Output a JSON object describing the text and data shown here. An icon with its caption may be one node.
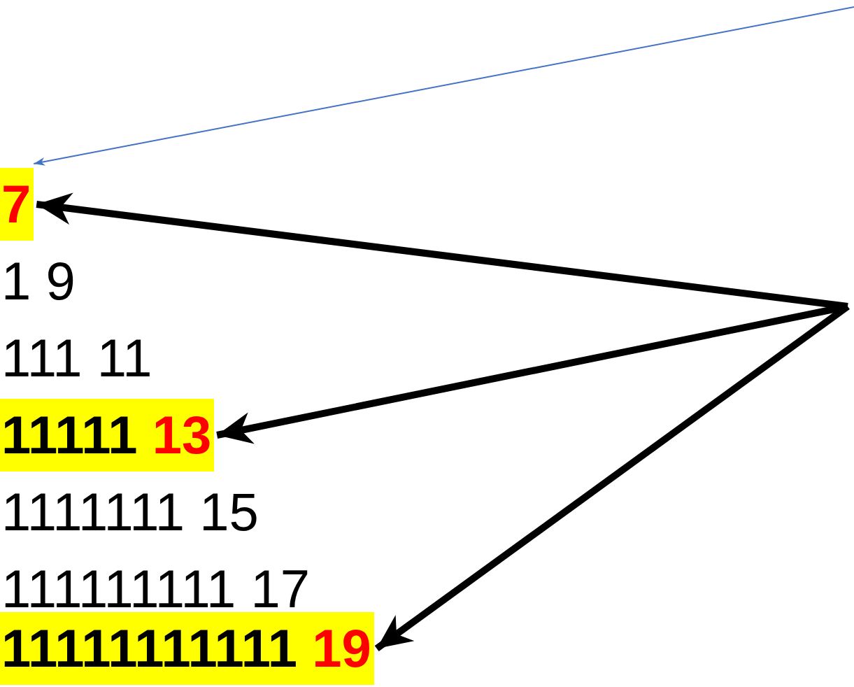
{
  "diagram": {
    "nodes": [
      {
        "text": [
          "7"
        ]
      },
      {
        "text": [
          "1 9"
        ]
      },
      {
        "text": [
          "111 11"
        ]
      },
      {
        "text": [
          "11111 13"
        ]
      },
      {
        "text": [
          "1111111 15"
        ]
      },
      {
        "text": [
          "111111111 17"
        ]
      },
      {
        "text": [
          "11111111111 19"
        ]
      }
    ],
    "edges": [
      {
        "from": null,
        "to": 0,
        "arrow": "to",
        "color": "#4472c4"
      },
      {
        "from": null,
        "to": 0,
        "arrow": "to"
      },
      {
        "from": null,
        "to": 3,
        "arrow": "to"
      },
      {
        "from": null,
        "to": 6,
        "arrow": "to"
      }
    ]
  }
}
